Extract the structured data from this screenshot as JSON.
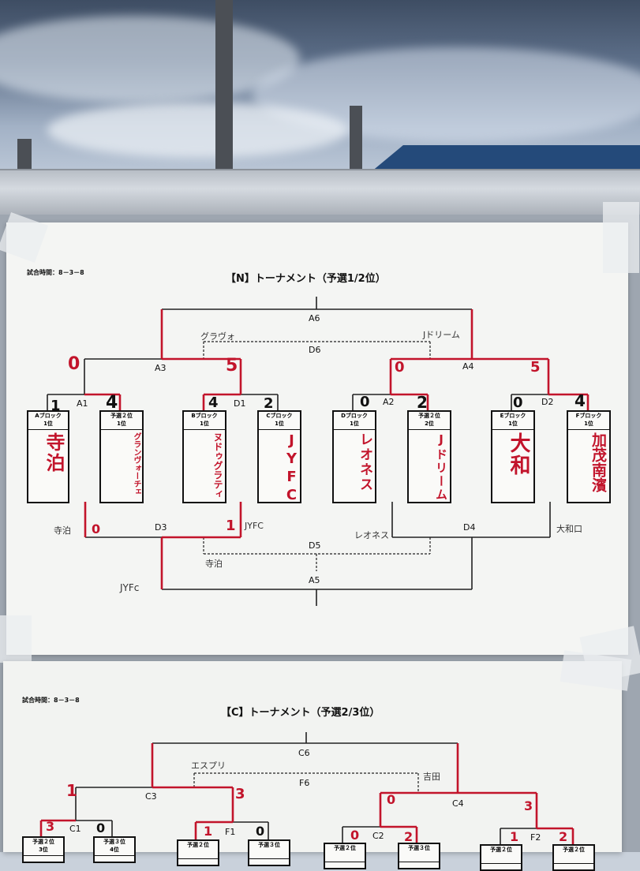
{
  "sheet_n": {
    "time_note": "試合時間：8－3－8",
    "title": "【N】トーナメント（予選1/2位）",
    "match_labels": {
      "a6": "A6",
      "d6": "D6",
      "a3": "A3",
      "a4": "A4",
      "a1": "A1",
      "d1": "D1",
      "a2": "A2",
      "d2": "D2",
      "d3": "D3",
      "d4": "D4",
      "d5": "D5",
      "a5": "A5"
    },
    "teams": [
      {
        "header": "Aブロック\n1位",
        "name": "寺泊"
      },
      {
        "header": "予選２位\n1位",
        "name": "グランヴォーチェ"
      },
      {
        "header": "Bブロック\n1位",
        "name": "ヌドゥグラティ"
      },
      {
        "header": "Cブロック\n1位",
        "name": "JYFC"
      },
      {
        "header": "Dブロック\n1位",
        "name": "レオネス"
      },
      {
        "header": "予選２位\n2位",
        "name": "Jドリーム"
      },
      {
        "header": "Eブロック\n1位",
        "name": "大和"
      },
      {
        "header": "Fブロック\n1位",
        "name": "加茂南濱"
      }
    ],
    "scores": {
      "a1_left": "1",
      "a1_right": "4",
      "d1_left": "4",
      "d1_right": "2",
      "a2_left": "0",
      "a2_right": "2",
      "d2_left": "0",
      "d2_right": "4",
      "a3_left": "0",
      "a3_right": "5",
      "a4_left": "0",
      "a4_right": "5",
      "d3_left": "0",
      "d3_right": "1"
    },
    "pencil_notes": {
      "d6_left": "グラヴォ",
      "d6_right": "Jドリーム",
      "d3_left": "寺泊",
      "d3_right": "JYFC",
      "d4_left": "レオネス",
      "d4_right": "大和口",
      "d5_left": "寺泊",
      "a5_left": "JYFc"
    }
  },
  "sheet_c": {
    "time_note": "試合時間：8－3－8",
    "title": "【C】トーナメント（予選2/3位）",
    "match_labels": {
      "c6": "C6",
      "f6": "F6",
      "c3": "C3",
      "c4": "C4",
      "c1": "C1",
      "f1": "F1",
      "c2": "C2",
      "f2": "F2"
    },
    "scores": {
      "c3_left": "1",
      "c3_right": "3",
      "c4_left": "0",
      "c4_right": "3",
      "c1_left": "3",
      "c1_right": "0",
      "f1_left": "1",
      "f1_right": "0",
      "c2_left": "0",
      "c2_right": "2",
      "f2_left": "1",
      "f2_right": "2"
    },
    "pencil_notes": {
      "f6_left": "エスプリ",
      "f6_right": "吉田"
    },
    "box_headers": [
      "予選２位\n3位",
      "予選３位\n4位",
      "予選２位",
      "予選３位",
      "予選２位",
      "予選３位",
      "予選２位",
      "予選２位"
    ]
  }
}
